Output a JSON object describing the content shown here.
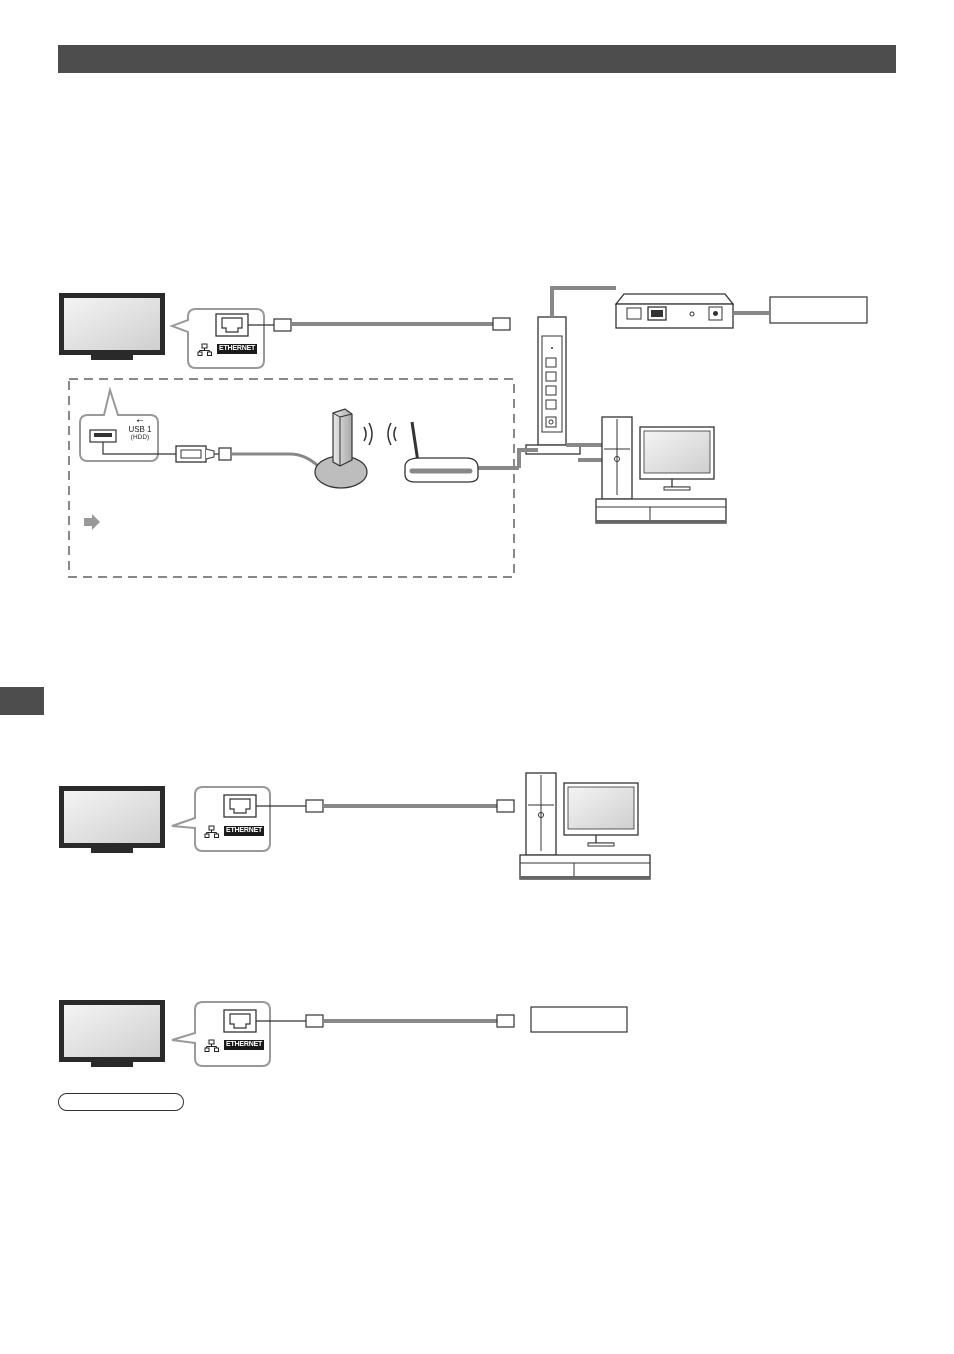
{
  "header": {
    "title": ""
  },
  "side_tab": {
    "label": ""
  },
  "labels": {
    "ethernet": "ETHERNET",
    "usb_port": "USB 1",
    "usb_sub": "(HDD)",
    "internet_box_1": "",
    "internet_box_2": "",
    "note_pill": ""
  },
  "colors": {
    "bar": "#4d4d4d",
    "cable": "#888888",
    "outline": "#333333"
  },
  "icons": [
    "usb-icon",
    "lan-icon",
    "wireless-wave-icon",
    "arrow-right-icon"
  ]
}
